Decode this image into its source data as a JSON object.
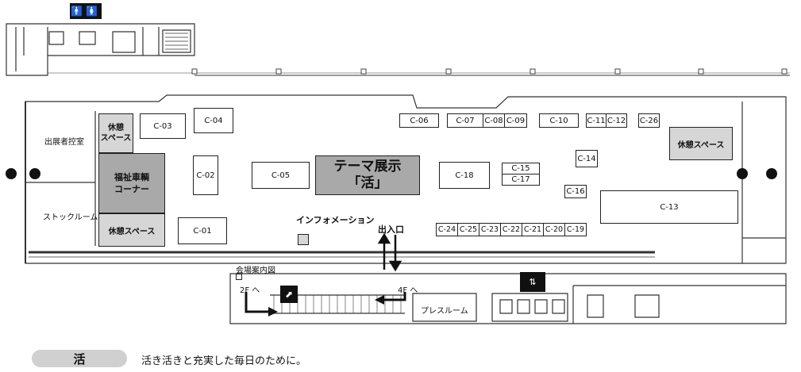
{
  "labels": {
    "exhibitor_room": "出展者控室",
    "stock_room": "ストックルーム",
    "rest_space_1": "休憩\nスペース",
    "welfare_vehicles": "福祉車輌\nコーナー",
    "rest_space_2": "休憩スペース",
    "rest_space_right": "休憩スペース",
    "theme_line1": "テーマ展示",
    "theme_line2": "「活」",
    "information": "インフォメーション",
    "entrance": "出入口",
    "venue_guide": "会場案内図",
    "to_2f": "2F へ",
    "to_4f": "4F へ",
    "press_room": "プレスルーム"
  },
  "booths": {
    "c01": "C-01",
    "c02": "C-02",
    "c03": "C-03",
    "c04": "C-04",
    "c05": "C-05",
    "c06": "C-06",
    "c07": "C-07",
    "c08": "C-08",
    "c09": "C-09",
    "c10": "C-10",
    "c11": "C-11",
    "c12": "C-12",
    "c13": "C-13",
    "c14": "C-14",
    "c15": "C-15",
    "c16": "C-16",
    "c17": "C-17",
    "c18": "C-18",
    "c19": "C-19",
    "c20": "C-20",
    "c21": "C-21",
    "c22": "C-22",
    "c23": "C-23",
    "c24": "C-24",
    "c25": "C-25",
    "c26": "C-26"
  },
  "icons": {
    "restroom": "restroom-icon",
    "elevator": "elevator-icon",
    "escalator": "escalator-icon"
  },
  "legend": {
    "badge": "活",
    "text": "活き活きと充実した毎日のために。"
  }
}
